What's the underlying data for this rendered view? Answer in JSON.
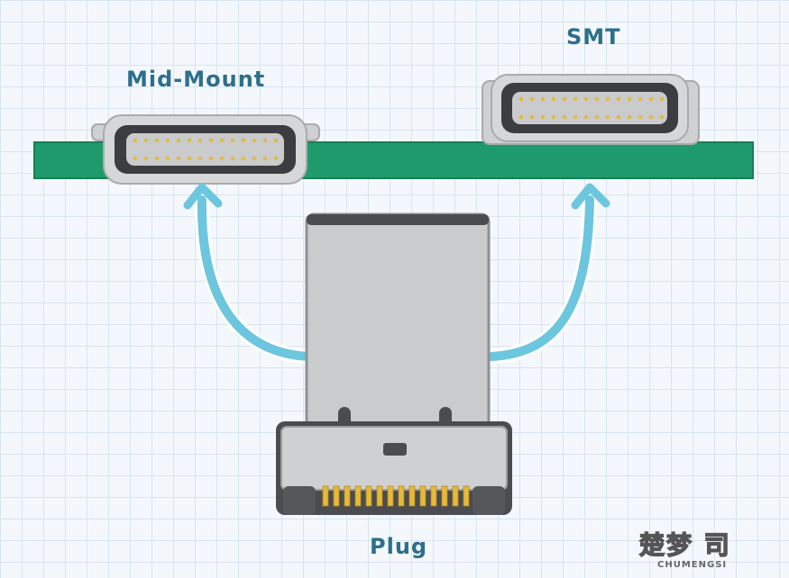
{
  "labels": {
    "mid_mount": "Mid-Mount",
    "smt": "SMT",
    "plug": "Plug"
  },
  "watermark": {
    "chinese": "楚梦 司",
    "english": "CHUMENGSI"
  },
  "colors": {
    "pcb_green": "#1f9a6c",
    "receptacle_body": "#d3d4d4",
    "receptacle_shell": "#3b3d41",
    "contact_gold": "#e6b93a",
    "arrow_blue": "#6cc6dd",
    "label_blue": "#2d6f8c",
    "plug_shell": "#c9cbcc",
    "plug_dark": "#4a4c50"
  },
  "icons": [
    "arrow-up-curved-left",
    "arrow-up-curved-right"
  ]
}
